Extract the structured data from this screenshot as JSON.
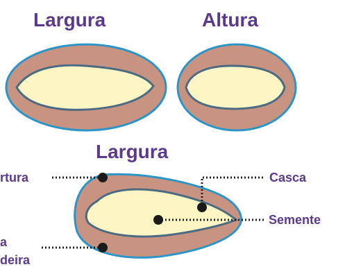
{
  "titles": {
    "top_left": "Largura",
    "top_right": "Altura",
    "bottom": "Largura"
  },
  "callouts": {
    "left_top": "rtura",
    "casca": "Casca",
    "semente": "Semente",
    "left_bottom_1": "a",
    "left_bottom_2": "deira"
  },
  "colors": {
    "shell_fill": "#c89481",
    "shell_outline": "#2c95c8",
    "seed_fill": "#fdf6c4",
    "seed_outline": "#4a6b82",
    "label_text": "#5b3a8c"
  }
}
